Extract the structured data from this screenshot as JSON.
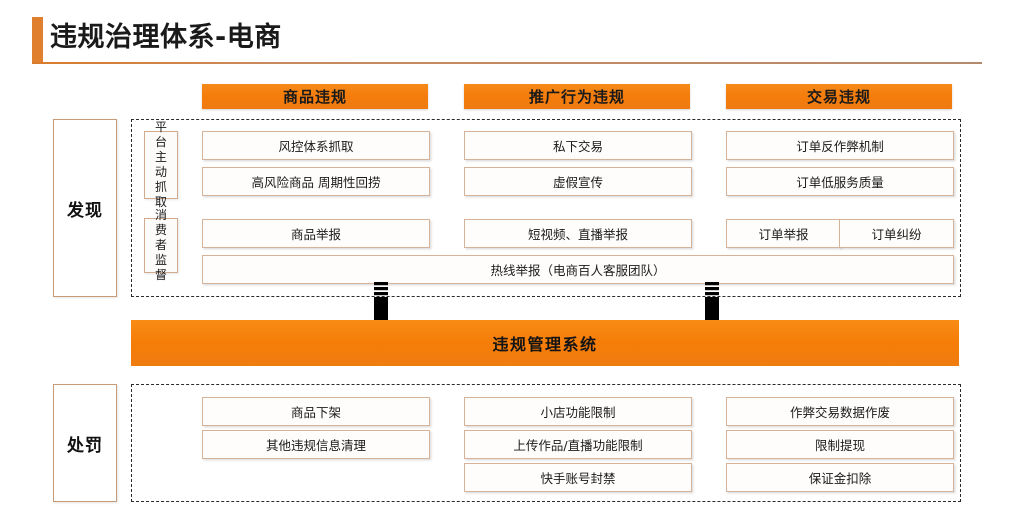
{
  "header": {
    "title": "违规治理体系-电商",
    "accent_color": "#e0802e",
    "rule_color": "#c9864f"
  },
  "theme": {
    "banner_orange": "#f57d0c",
    "box_border": "#d6b398",
    "stage_border": "#c79a78",
    "dashed_border": "#2b2b2b"
  },
  "columns": [
    {
      "id": "goods",
      "label": "商品违规"
    },
    {
      "id": "promotion",
      "label": "推广行为违规"
    },
    {
      "id": "trade",
      "label": "交易违规"
    }
  ],
  "stages": [
    {
      "id": "discover",
      "label": "发现"
    },
    {
      "id": "punish",
      "label": "处罚"
    }
  ],
  "discover": {
    "subcategories": [
      {
        "id": "platform-active-crawl",
        "label": "平台主动抓取",
        "chars": [
          "平台",
          "主动",
          "抓取"
        ]
      },
      {
        "id": "consumer-supervision",
        "label": "消费者监督",
        "chars": [
          "消费",
          "者监",
          "督"
        ]
      }
    ],
    "rows": [
      {
        "subcategory": "platform-active-crawl",
        "cells": [
          {
            "column": "goods",
            "items": [
              "风控体系抓取",
              "高风险商品  周期性回捞"
            ]
          },
          {
            "column": "promotion",
            "items": [
              "私下交易",
              "虚假宣传"
            ]
          },
          {
            "column": "trade",
            "items": [
              "订单反作弊机制",
              "订单低服务质量"
            ]
          }
        ]
      },
      {
        "subcategory": "consumer-supervision",
        "cells": [
          {
            "column": "goods",
            "items": [
              "商品举报"
            ]
          },
          {
            "column": "promotion",
            "items": [
              "短视频、直播举报"
            ]
          },
          {
            "column": "trade",
            "items": [
              "订单举报",
              "订单纠纷"
            ]
          }
        ]
      }
    ],
    "full_width_item": "热线举报（电商百人客服团队）"
  },
  "system_banner": {
    "label": "违规管理系统"
  },
  "arrows": [
    {
      "id": "arrow-left",
      "direction": "down"
    },
    {
      "id": "arrow-right",
      "direction": "down"
    }
  ],
  "punish": {
    "cells": [
      {
        "column": "goods",
        "items": [
          "商品下架",
          "其他违规信息清理"
        ]
      },
      {
        "column": "promotion",
        "items": [
          "小店功能限制",
          "上传作品/直播功能限制",
          "快手账号封禁"
        ]
      },
      {
        "column": "trade",
        "items": [
          "作弊交易数据作废",
          "限制提现",
          "保证金扣除"
        ]
      }
    ]
  }
}
